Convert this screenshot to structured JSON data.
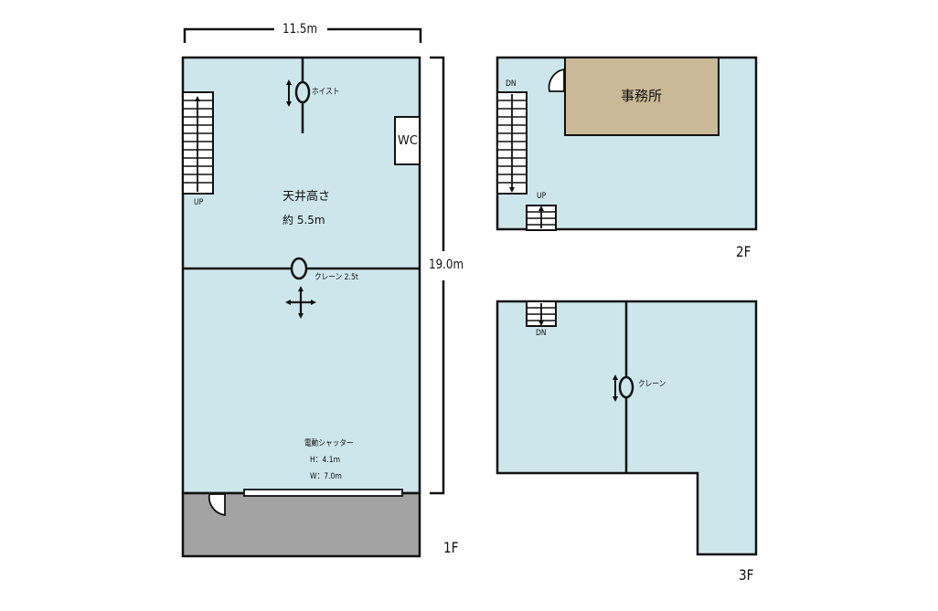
{
  "floor1": {
    "name": "1F",
    "width": "11.5m",
    "depth": "19.0m",
    "hoist": "ホイスト",
    "wc": "WC",
    "stairs_up": "UP",
    "ceiling_title": "天井高さ",
    "ceiling_value": "約 5.5m",
    "crane": "クレーン 2.5t",
    "shutter_title": "電動シャッター",
    "shutter_h": "H：4.1m",
    "shutter_w": "W：7.0m"
  },
  "floor2": {
    "name": "2F",
    "stairs_down": "DN",
    "stairs_up": "UP",
    "office": "事務所"
  },
  "floor3": {
    "name": "3F",
    "stairs_down": "DN",
    "crane": "クレーン"
  },
  "colors": {
    "floor_fill": "#cde6ec",
    "office_fill": "#c9b997",
    "entrance_fill": "#a3a3a3",
    "line": "#111111"
  }
}
